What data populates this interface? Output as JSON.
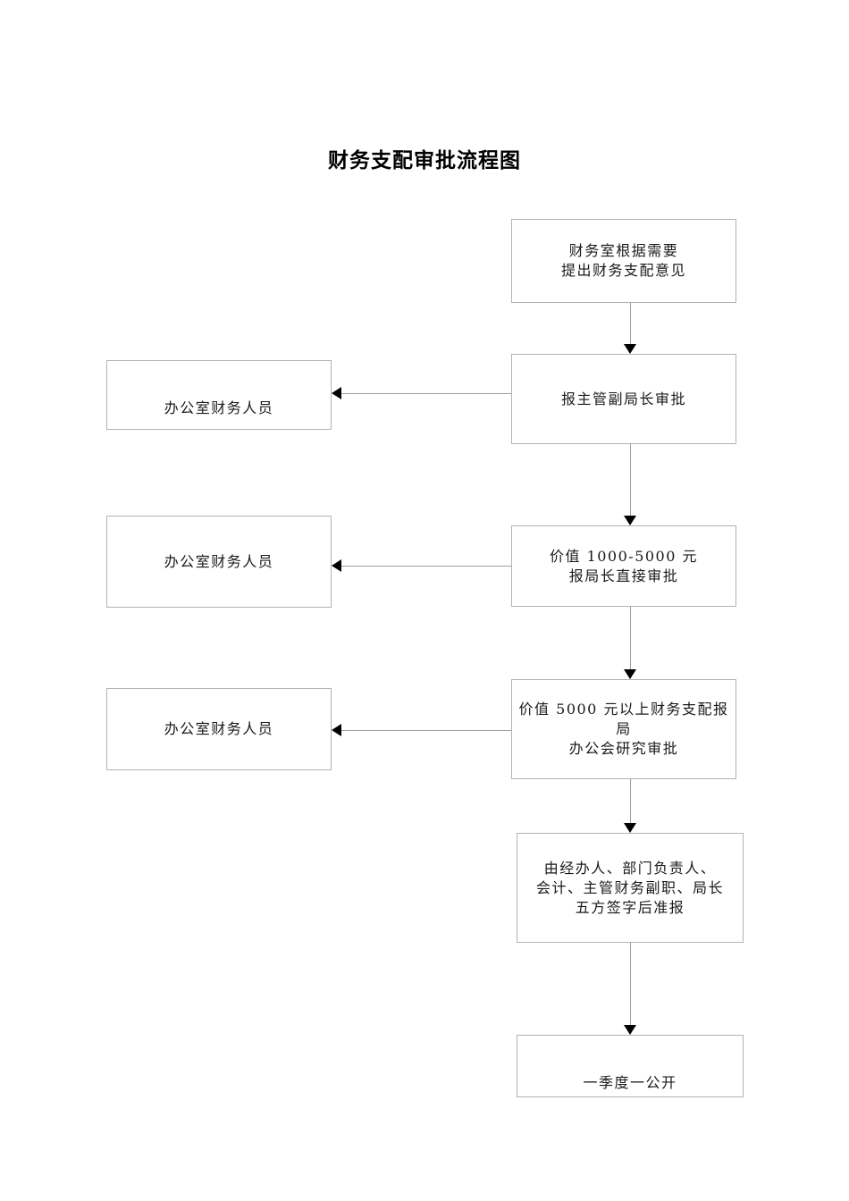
{
  "document": {
    "title": "财务支配审批流程图"
  },
  "flowchart": {
    "main_steps": [
      {
        "lines": [
          "财务室根据需要",
          "提出财务支配意见"
        ]
      },
      {
        "lines": [
          "报主管副局长审批"
        ]
      },
      {
        "lines": [
          "价值 1000-5000 元",
          "报局长直接审批"
        ]
      },
      {
        "lines": [
          "价值 5000 元以上财务支配报局",
          "办公会研究审批"
        ]
      },
      {
        "lines": [
          "由经办人、部门负责人、",
          "会计、主管财务副职、局长",
          "五方签字后准报"
        ]
      },
      {
        "lines": [
          "一季度一公开"
        ]
      }
    ],
    "side_steps": [
      {
        "label": "办公室财务人员"
      },
      {
        "label": "办公室财务人员"
      },
      {
        "label": "办公室财务人员"
      }
    ],
    "colors": {
      "background": "#ffffff",
      "box_border": "#b3b3b3",
      "connector_line": "#9e9e9e",
      "arrowhead": "#000000",
      "text": "#1a1a1a"
    }
  }
}
